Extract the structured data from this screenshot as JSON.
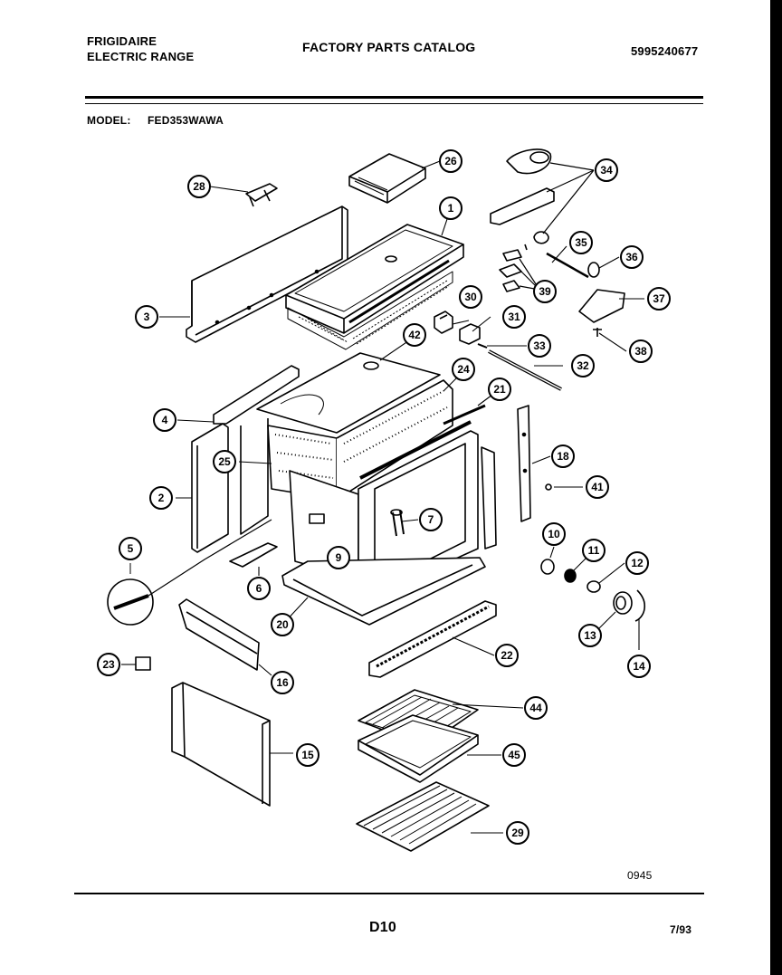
{
  "header": {
    "brand_line1": "FRIGIDAIRE",
    "brand_line2": "ELECTRIC RANGE",
    "catalog_title": "FACTORY PARTS CATALOG",
    "catalog_number": "5995240677",
    "model_label": "MODEL:",
    "model_value": "FED353WAWA"
  },
  "footer": {
    "diagram_code": "0945",
    "page_label": "D10",
    "date": "7/93"
  },
  "callouts": [
    "1",
    "2",
    "3",
    "4",
    "5",
    "6",
    "7",
    "9",
    "10",
    "11",
    "12",
    "13",
    "14",
    "15",
    "16",
    "18",
    "20",
    "21",
    "22",
    "23",
    "24",
    "25",
    "26",
    "28",
    "29",
    "30",
    "31",
    "32",
    "33",
    "34",
    "35",
    "36",
    "37",
    "38",
    "39",
    "41",
    "42",
    "44",
    "45"
  ]
}
